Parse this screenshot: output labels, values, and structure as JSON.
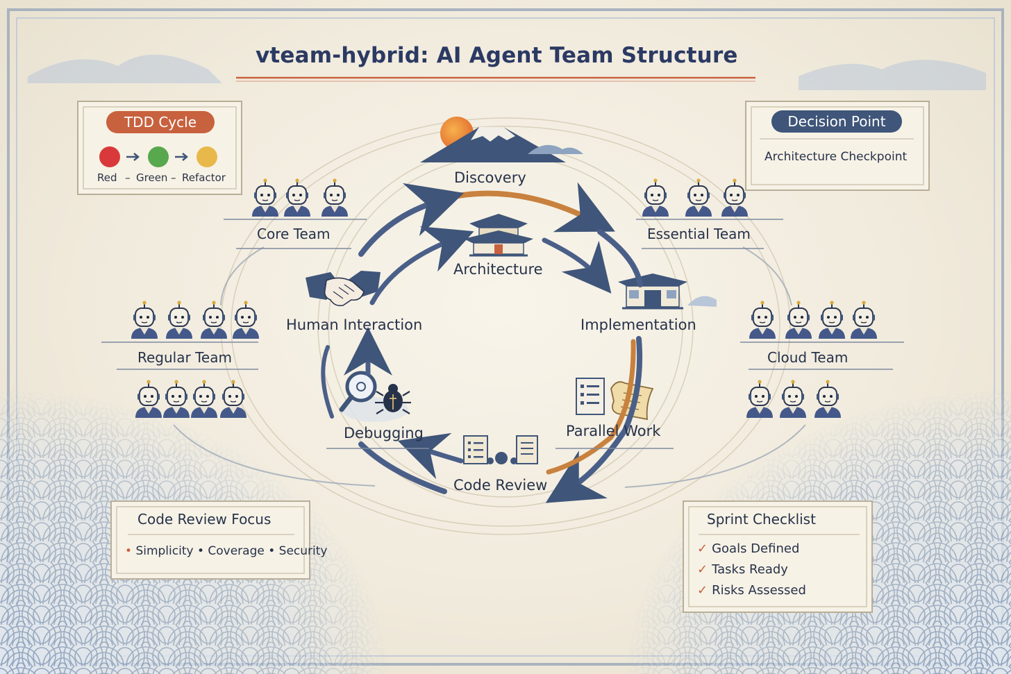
{
  "title": "vteam-hybrid: AI Agent Team Structure",
  "colors": {
    "navy": "#3f5579",
    "accent": "#c8613e",
    "paper": "#f3eee2",
    "tdd_red": "#d9393a",
    "tdd_green": "#58a84d",
    "tdd_yellow": "#e8b84a"
  },
  "stages": {
    "discovery": "Discovery",
    "architecture": "Architecture",
    "human_interaction": "Human Interaction",
    "implementation": "Implementation",
    "debugging": "Debugging",
    "parallel_work": "Parallel Work",
    "code_review": "Code Review"
  },
  "teams": {
    "core": "Core Team",
    "essential": "Essential Team",
    "regular": "Regular Team",
    "cloud": "Cloud Team"
  },
  "tdd": {
    "title": "TDD Cycle",
    "red": "Red",
    "green": "Green",
    "refactor": "Refactor",
    "sep": "–"
  },
  "decision": {
    "title": "Decision Point",
    "text": "Architecture Checkpoint"
  },
  "review_focus": {
    "title": "Code Review Focus",
    "items": "Simplicity • Coverage • Security"
  },
  "sprint": {
    "title": "Sprint Checklist",
    "items": [
      "Goals Defined",
      "Tasks Ready",
      "Risks Assessed"
    ]
  }
}
